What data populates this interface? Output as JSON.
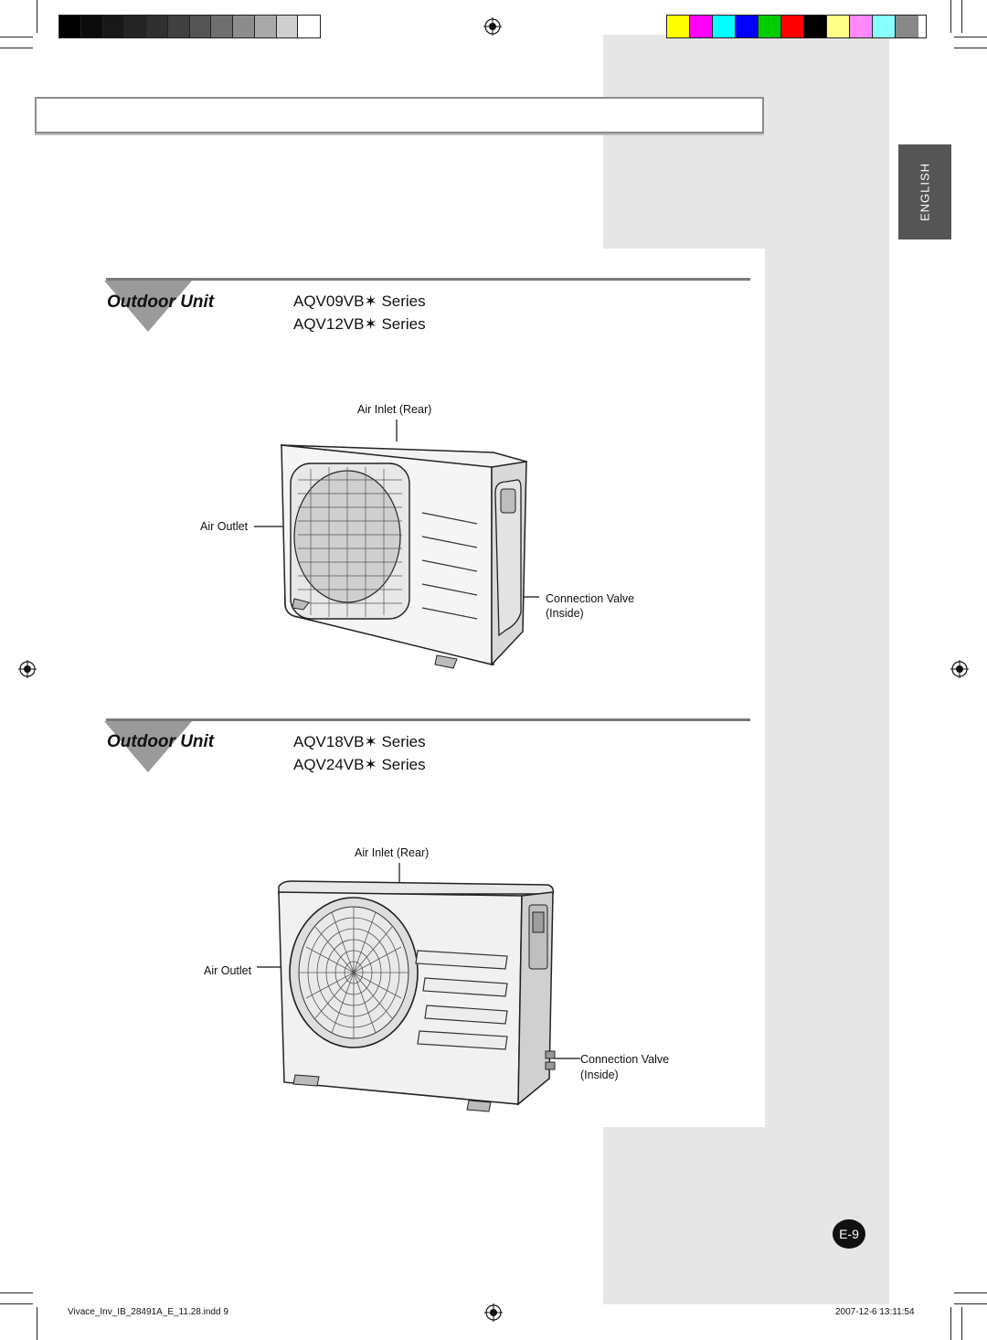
{
  "lang_tab": "ENGLISH",
  "top_color_bar_grays": [
    "#000000",
    "#0c0c0c",
    "#181818",
    "#242424",
    "#303030",
    "#404040",
    "#555555",
    "#6f6f6f",
    "#8c8c8c",
    "#a9a9a9",
    "#cfcfcf",
    "#ffffff"
  ],
  "top_color_bar_colors": [
    "#ffff00",
    "#ff00ff",
    "#00ffff",
    "#0000ff",
    "#00cc00",
    "#ff0000",
    "#000000",
    "#ffff88",
    "#ff88ff",
    "#88ffff",
    "#888888"
  ],
  "section1": {
    "title": "Outdoor Unit",
    "models": [
      "AQV09VB✶ Series",
      "AQV12VB✶ Series"
    ],
    "labels": {
      "air_inlet": "Air Inlet (Rear)",
      "air_outlet": "Air Outlet",
      "valve_line1": "Connection Valve",
      "valve_line2": "(Inside)"
    }
  },
  "section2": {
    "title": "Outdoor Unit",
    "models": [
      "AQV18VB✶ Series",
      "AQV24VB✶ Series"
    ],
    "labels": {
      "air_inlet": "Air Inlet (Rear)",
      "air_outlet": "Air Outlet",
      "valve_line1": "Connection Valve",
      "valve_line2": "(Inside)"
    }
  },
  "page_number": "E-9",
  "footer": {
    "file": "Vivace_Inv_IB_28491A_E_11.28.indd   9",
    "timestamp": "2007-12-6   13:11:54"
  }
}
